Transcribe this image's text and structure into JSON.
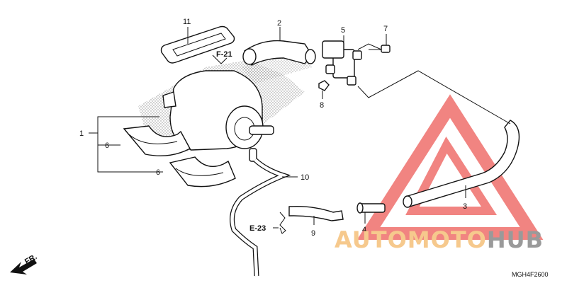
{
  "diagram": {
    "callouts": [
      "1",
      "2",
      "3",
      "4",
      "5",
      "6",
      "6",
      "7",
      "8",
      "9",
      "10",
      "11"
    ],
    "references": {
      "f21": "F-21",
      "e23": "E-23"
    },
    "direction": "FR.",
    "code": "MGH4F2600"
  },
  "watermark": {
    "part1": "AUTOMOTO",
    "part2": "HUB",
    "colors": {
      "triangle": "#e8332f",
      "part1": "#f6c98d",
      "part2": "#9a9a9a"
    },
    "logo_icon": "warning-triangle-logo"
  }
}
